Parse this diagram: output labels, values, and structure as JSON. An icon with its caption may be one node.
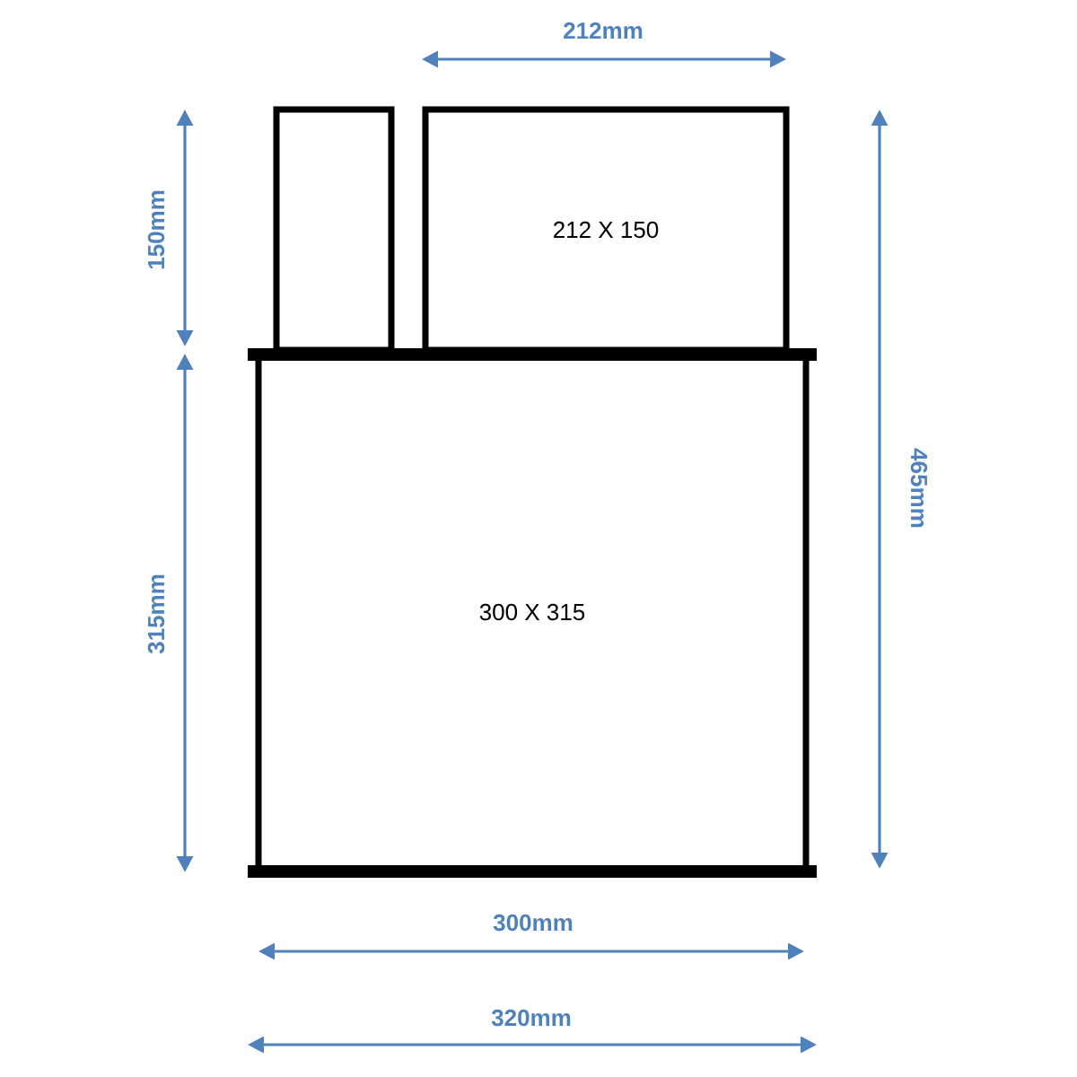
{
  "diagram": {
    "nodes": [
      {
        "text": [],
        "shape": "box"
      },
      {
        "text": [
          "212 X 150"
        ]
      },
      {
        "text": [
          "300 X 315"
        ]
      }
    ],
    "labels": [
      "212mm",
      "150mm",
      "465mm",
      "315mm",
      "300mm",
      "320mm"
    ]
  }
}
